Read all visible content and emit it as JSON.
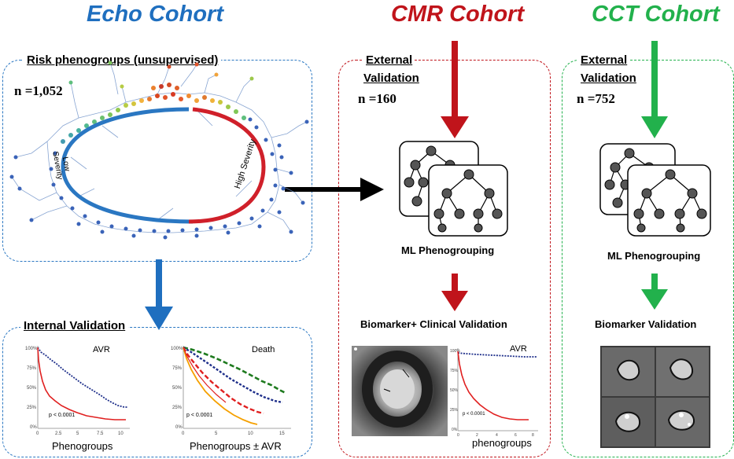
{
  "titles": {
    "echo": "Echo Cohort",
    "cmr": "CMR Cohort",
    "cct": "CCT Cohort"
  },
  "colors": {
    "echo": "#1f6fbf",
    "cmr": "#c0141b",
    "cct": "#22b14c"
  },
  "echo": {
    "panel_label": "Risk phenogroups (unsupervised)",
    "n": "n =1,052",
    "low_severity_line1": "Low",
    "low_severity_line2": "Severity",
    "high_severity": "High Severity"
  },
  "internal": {
    "label": "Internal Validation",
    "avr_chart": {
      "label": "AVR",
      "p": "p < 0.0001",
      "xlabel": "Phenogroups",
      "y_ticks": [
        "100%",
        "75%",
        "50%",
        "25%",
        "0%"
      ],
      "x_ticks": [
        "0",
        "2.5",
        "5",
        "7.5",
        "10"
      ]
    },
    "death_chart": {
      "label": "Death",
      "p": "p < 0.0001",
      "xlabel": "Phenogroups ± AVR",
      "y_ticks": [
        "100%",
        "75%",
        "50%",
        "25%",
        "0%"
      ],
      "x_ticks": [
        "0",
        "5",
        "10",
        "15"
      ]
    }
  },
  "cmr": {
    "validation_line1": "External",
    "validation_line2": "Validation",
    "n": "n =160",
    "ml_label": "ML Phenogrouping",
    "bio_label": "Biomarker+ Clinical Validation",
    "km": {
      "label": "AVR",
      "p": "p < 0.0001",
      "xlabel": "phenogroups",
      "y_ticks": [
        "100%",
        "75%",
        "50%",
        "25%",
        "0%"
      ],
      "x_ticks": [
        "0",
        "2",
        "4",
        "6",
        "8"
      ]
    }
  },
  "cct": {
    "validation_line1": "External",
    "validation_line2": "Validation",
    "n": "n =752",
    "ml_label": "ML Phenogrouping",
    "bio_label": "Biomarker Validation"
  }
}
